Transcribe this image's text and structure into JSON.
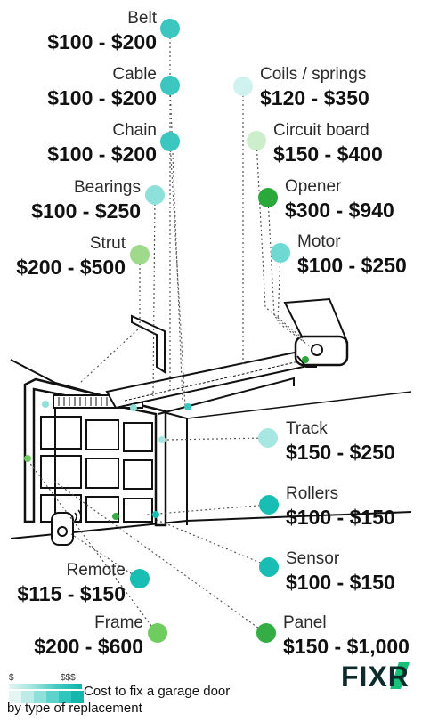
{
  "parts": [
    {
      "id": "belt",
      "name": "Belt",
      "price": "$100 - $200",
      "color": "#3cc6c0"
    },
    {
      "id": "cable",
      "name": "Cable",
      "price": "$100 - $200",
      "color": "#3cc6c0"
    },
    {
      "id": "chain",
      "name": "Chain",
      "price": "$100 - $200",
      "color": "#3cc6c0"
    },
    {
      "id": "bearings",
      "name": "Bearings",
      "price": "$100 - $250",
      "color": "#8ee0da"
    },
    {
      "id": "strut",
      "name": "Strut",
      "price": "$200 - $500",
      "color": "#9fd98c"
    },
    {
      "id": "coils",
      "name": "Coils / springs",
      "price": "$120 - $350",
      "color": "#d0f2ef"
    },
    {
      "id": "circuit",
      "name": "Circuit board",
      "price": "$150 - $400",
      "color": "#cdeecb"
    },
    {
      "id": "opener",
      "name": "Opener",
      "price": "$300 - $940",
      "color": "#2aa83a"
    },
    {
      "id": "motor",
      "name": "Motor",
      "price": "$100 - $250",
      "color": "#6ed8d2"
    },
    {
      "id": "track",
      "name": "Track",
      "price": "$150 - $250",
      "color": "#a6e7e2"
    },
    {
      "id": "rollers",
      "name": "Rollers",
      "price": "$100 - $150",
      "color": "#18bdb4"
    },
    {
      "id": "sensor",
      "name": "Sensor",
      "price": "$100 - $150",
      "color": "#18bdb4"
    },
    {
      "id": "remote",
      "name": "Remote",
      "price": "$115 - $150",
      "color": "#18bdb4"
    },
    {
      "id": "frame",
      "name": "Frame",
      "price": "$200 - $600",
      "color": "#6fcc5f"
    },
    {
      "id": "panel",
      "name": "Panel",
      "price": "$150 - $1,000",
      "color": "#34ad44"
    }
  ],
  "legend": {
    "low": "$",
    "high": "$$$",
    "caption_line1": "Cost to fix a garage door",
    "caption_line2": "by type of replacement",
    "colors": [
      "#e4f6f4",
      "#bdece7",
      "#8ee0da",
      "#5ed3cb",
      "#2fc6bd",
      "#14b6ad"
    ]
  },
  "brand": {
    "name": "FIXR"
  }
}
